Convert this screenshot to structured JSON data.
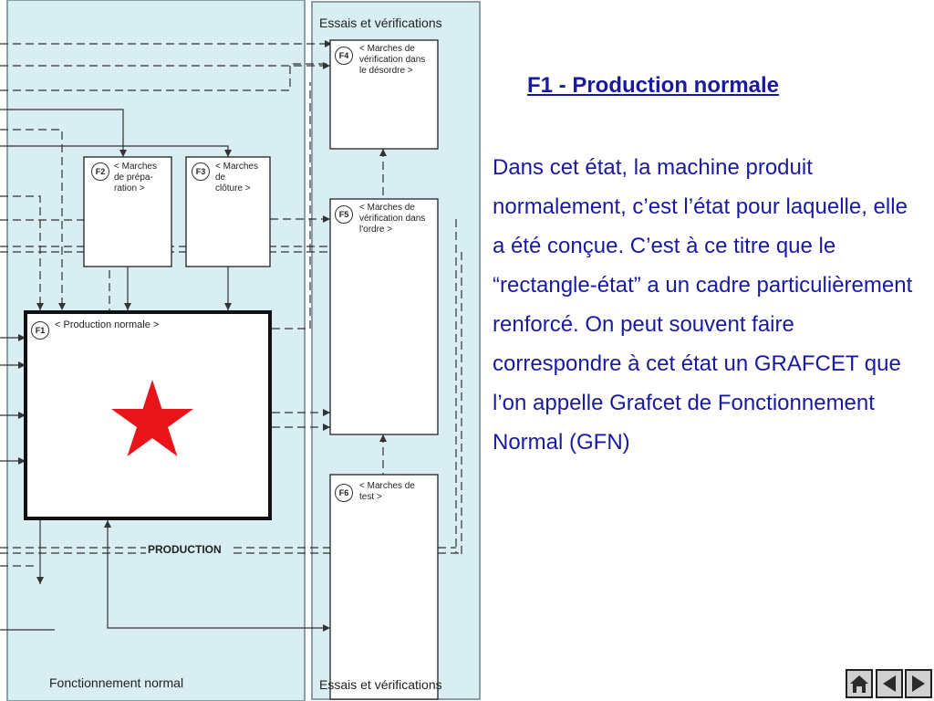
{
  "diagram": {
    "left_panel_label": "Fonctionnement normal",
    "right_panel_label_top": "Essais et vérifications",
    "right_panel_label_bottom": "Essais et vérifications",
    "production_label": "PRODUCTION",
    "boxes": {
      "f1": {
        "badge": "F1",
        "text": "< Production normale >"
      },
      "f2": {
        "badge": "F2",
        "line1": "< Marches",
        "line2": "de prépa-",
        "line3": "ration >"
      },
      "f3": {
        "badge": "F3",
        "line1": "< Marches",
        "line2": "de",
        "line3": "clôture >"
      },
      "f4": {
        "badge": "F4",
        "line1": "< Marches de",
        "line2": "vérification dans",
        "line3": "le désordre >"
      },
      "f5": {
        "badge": "F5",
        "line1": "< Marches de",
        "line2": "vérification dans",
        "line3": "l'ordre >"
      },
      "f6": {
        "badge": "F6",
        "line1": "< Marches de",
        "line2": "test >"
      }
    },
    "colors": {
      "panel": "#d8eef2",
      "panel_border": "#8a9fa6",
      "star": "#e8141a",
      "line": "#333333"
    }
  },
  "slide": {
    "title": "F1 - Production normale",
    "body": "Dans cet état, la machine produit normalement, c’est l’état pour laquelle, elle a été conçue. C’est à ce titre que le “rectangle-état” a un cadre particulièrement renforcé. On peut souvent faire correspondre à cet état un GRAFCET que l’on appelle Grafcet de Fonctionnement Normal (GFN)",
    "colors": {
      "text": "#1a1aa0"
    }
  },
  "navigation": {
    "home_icon": "home-icon",
    "prev_icon": "triangle-left-icon",
    "next_icon": "triangle-right-icon"
  }
}
